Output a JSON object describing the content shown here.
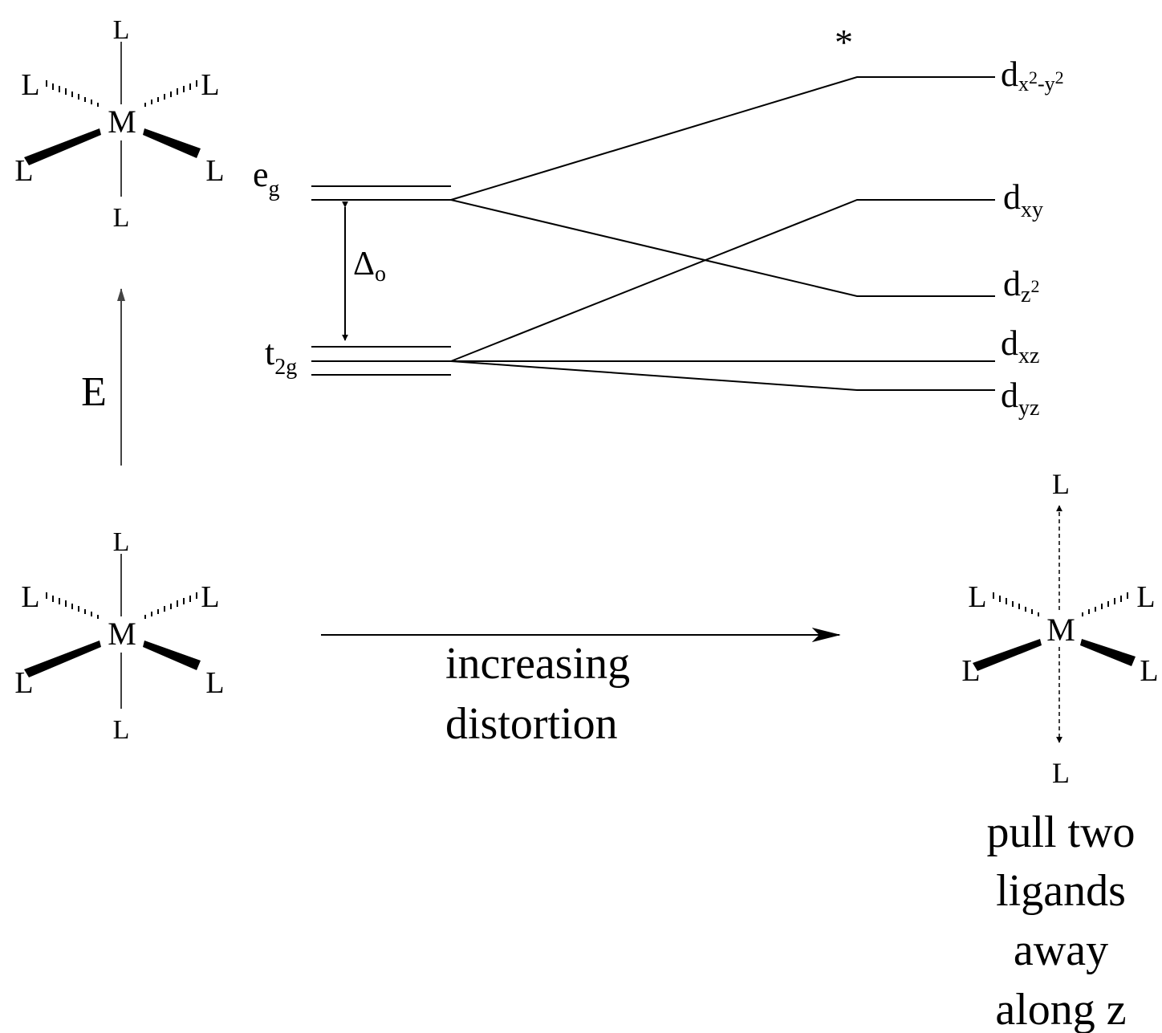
{
  "atoms": {
    "metal": "M",
    "ligand": "L"
  },
  "energy_axis": {
    "label": "E"
  },
  "octahedral_levels": {
    "eg": {
      "main": "e",
      "sub": "g"
    },
    "t2g": {
      "main": "t",
      "sub": "2g"
    },
    "splitting": {
      "main": "Δ",
      "sub": "o"
    }
  },
  "distorted_levels": [
    {
      "main": "d",
      "sub": "x",
      "sup1": "2",
      "sep": "-y",
      "sup2": "2"
    },
    {
      "main": "d",
      "sub": "xy"
    },
    {
      "main": "d",
      "sub": "z",
      "sup": "2"
    },
    {
      "main": "d",
      "sub": "xz"
    },
    {
      "main": "d",
      "sub": "yz"
    }
  ],
  "asterisk": "*",
  "process": {
    "line1": "increasing",
    "line2": "distortion"
  },
  "caption": {
    "line1": "pull two",
    "line2": "ligands",
    "line3": "away",
    "line4": "along z"
  }
}
